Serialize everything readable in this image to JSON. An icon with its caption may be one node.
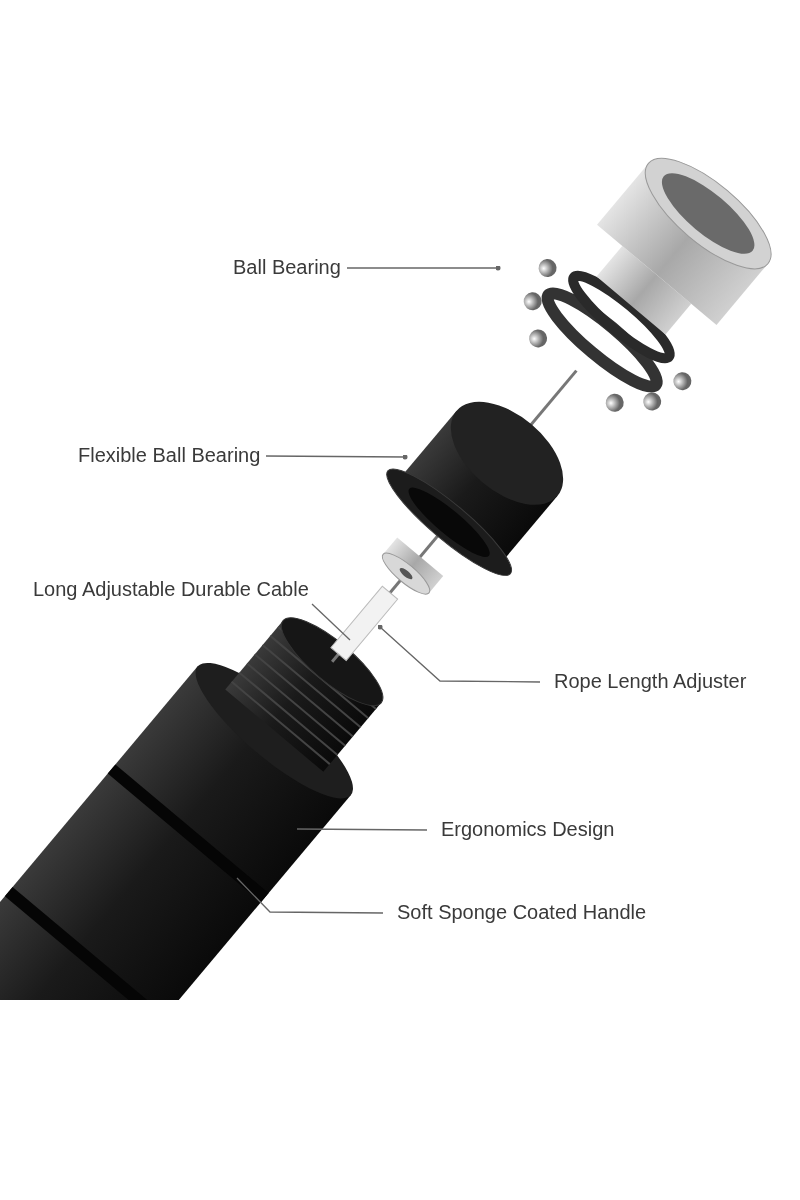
{
  "diagram": {
    "nodes": [
      {
        "text": [
          "Ball Bearing"
        ]
      },
      {
        "text": [
          "Flexible Ball Bearing"
        ]
      },
      {
        "text": [
          "Long Adjustable Durable Cable"
        ]
      },
      {
        "text": [
          "Rope Length Adjuster"
        ]
      },
      {
        "text": [
          "Ergonomics Design"
        ]
      },
      {
        "text": [
          "Soft Sponge Coated Handle"
        ]
      }
    ],
    "edges": [
      {
        "from": 0,
        "to": null,
        "arrow": "other"
      },
      {
        "from": 1,
        "to": null,
        "arrow": "other"
      },
      {
        "from": 2,
        "to": null,
        "arrow": "none"
      },
      {
        "from": 3,
        "to": null,
        "arrow": "other"
      },
      {
        "from": 4,
        "to": null,
        "arrow": "none"
      },
      {
        "from": 5,
        "to": null,
        "arrow": "none"
      }
    ]
  }
}
